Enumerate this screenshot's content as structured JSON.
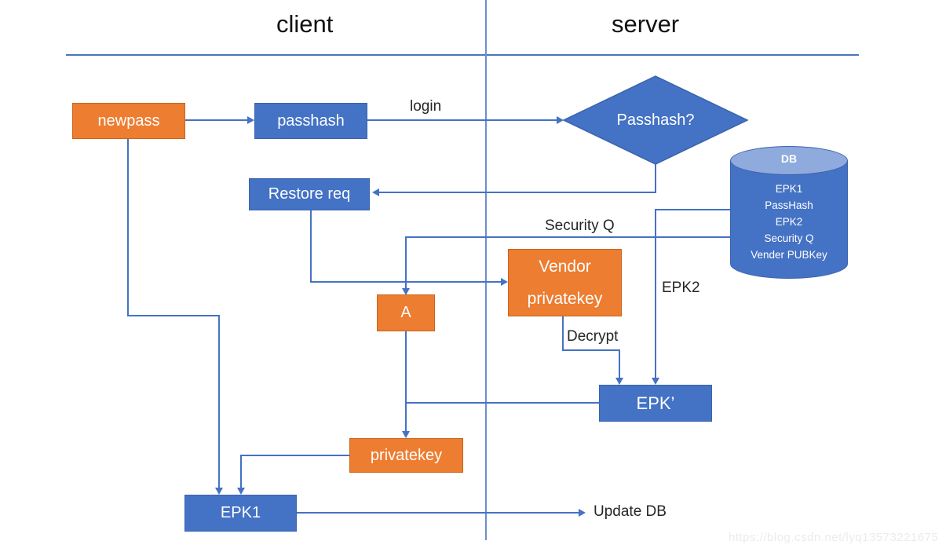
{
  "header": {
    "client": "client",
    "server": "server"
  },
  "nodes": {
    "newpass": "newpass",
    "passhash": "passhash",
    "decision": "Passhash?",
    "restore_req": "Restore req",
    "vendor_line1": "Vendor",
    "vendor_line2": "privatekey",
    "a": "A",
    "epk_prime": "EPK’",
    "privatekey": "privatekey",
    "epk1": "EPK1"
  },
  "db": {
    "title": "DB",
    "items": [
      "EPK1",
      "PassHash",
      "EPK2",
      "Security Q",
      "Vender PUBKey"
    ]
  },
  "labels": {
    "login": "login",
    "security_q": "Security Q",
    "epk2": "EPK2",
    "decrypt": "Decrypt",
    "update_db": "Update DB"
  },
  "watermark": "https://blog.csdn.net/lyq13573221675",
  "colors": {
    "node_orange": "#ED7D31",
    "node_blue": "#4472C4",
    "cylinder_top": "#8FAADC",
    "connector": "#4472C4",
    "label_text": "#262626",
    "watermark_text": "#ebebeb"
  }
}
